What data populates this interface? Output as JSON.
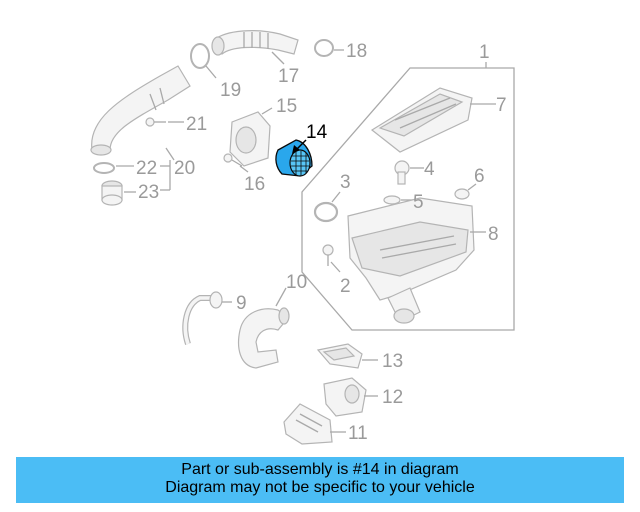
{
  "colors": {
    "banner": "#4bbdf5",
    "highlight_part": "#2aa7ec",
    "label_grey": "#9a9a9a",
    "line_grey": "#a9a9a9"
  },
  "callouts": {
    "c1": "1",
    "c2": "2",
    "c3": "3",
    "c4": "4",
    "c5": "5",
    "c6": "6",
    "c7": "7",
    "c8": "8",
    "c9": "9",
    "c10": "10",
    "c11": "11",
    "c12": "12",
    "c13": "13",
    "c14": "14",
    "c15": "15",
    "c16": "16",
    "c17": "17",
    "c18": "18",
    "c19": "19",
    "c20": "20",
    "c21": "21",
    "c22": "22",
    "c23": "23"
  },
  "caption": {
    "line1": "Part or sub-assembly is #14 in diagram",
    "line2": "Diagram may not be specific to your vehicle"
  }
}
